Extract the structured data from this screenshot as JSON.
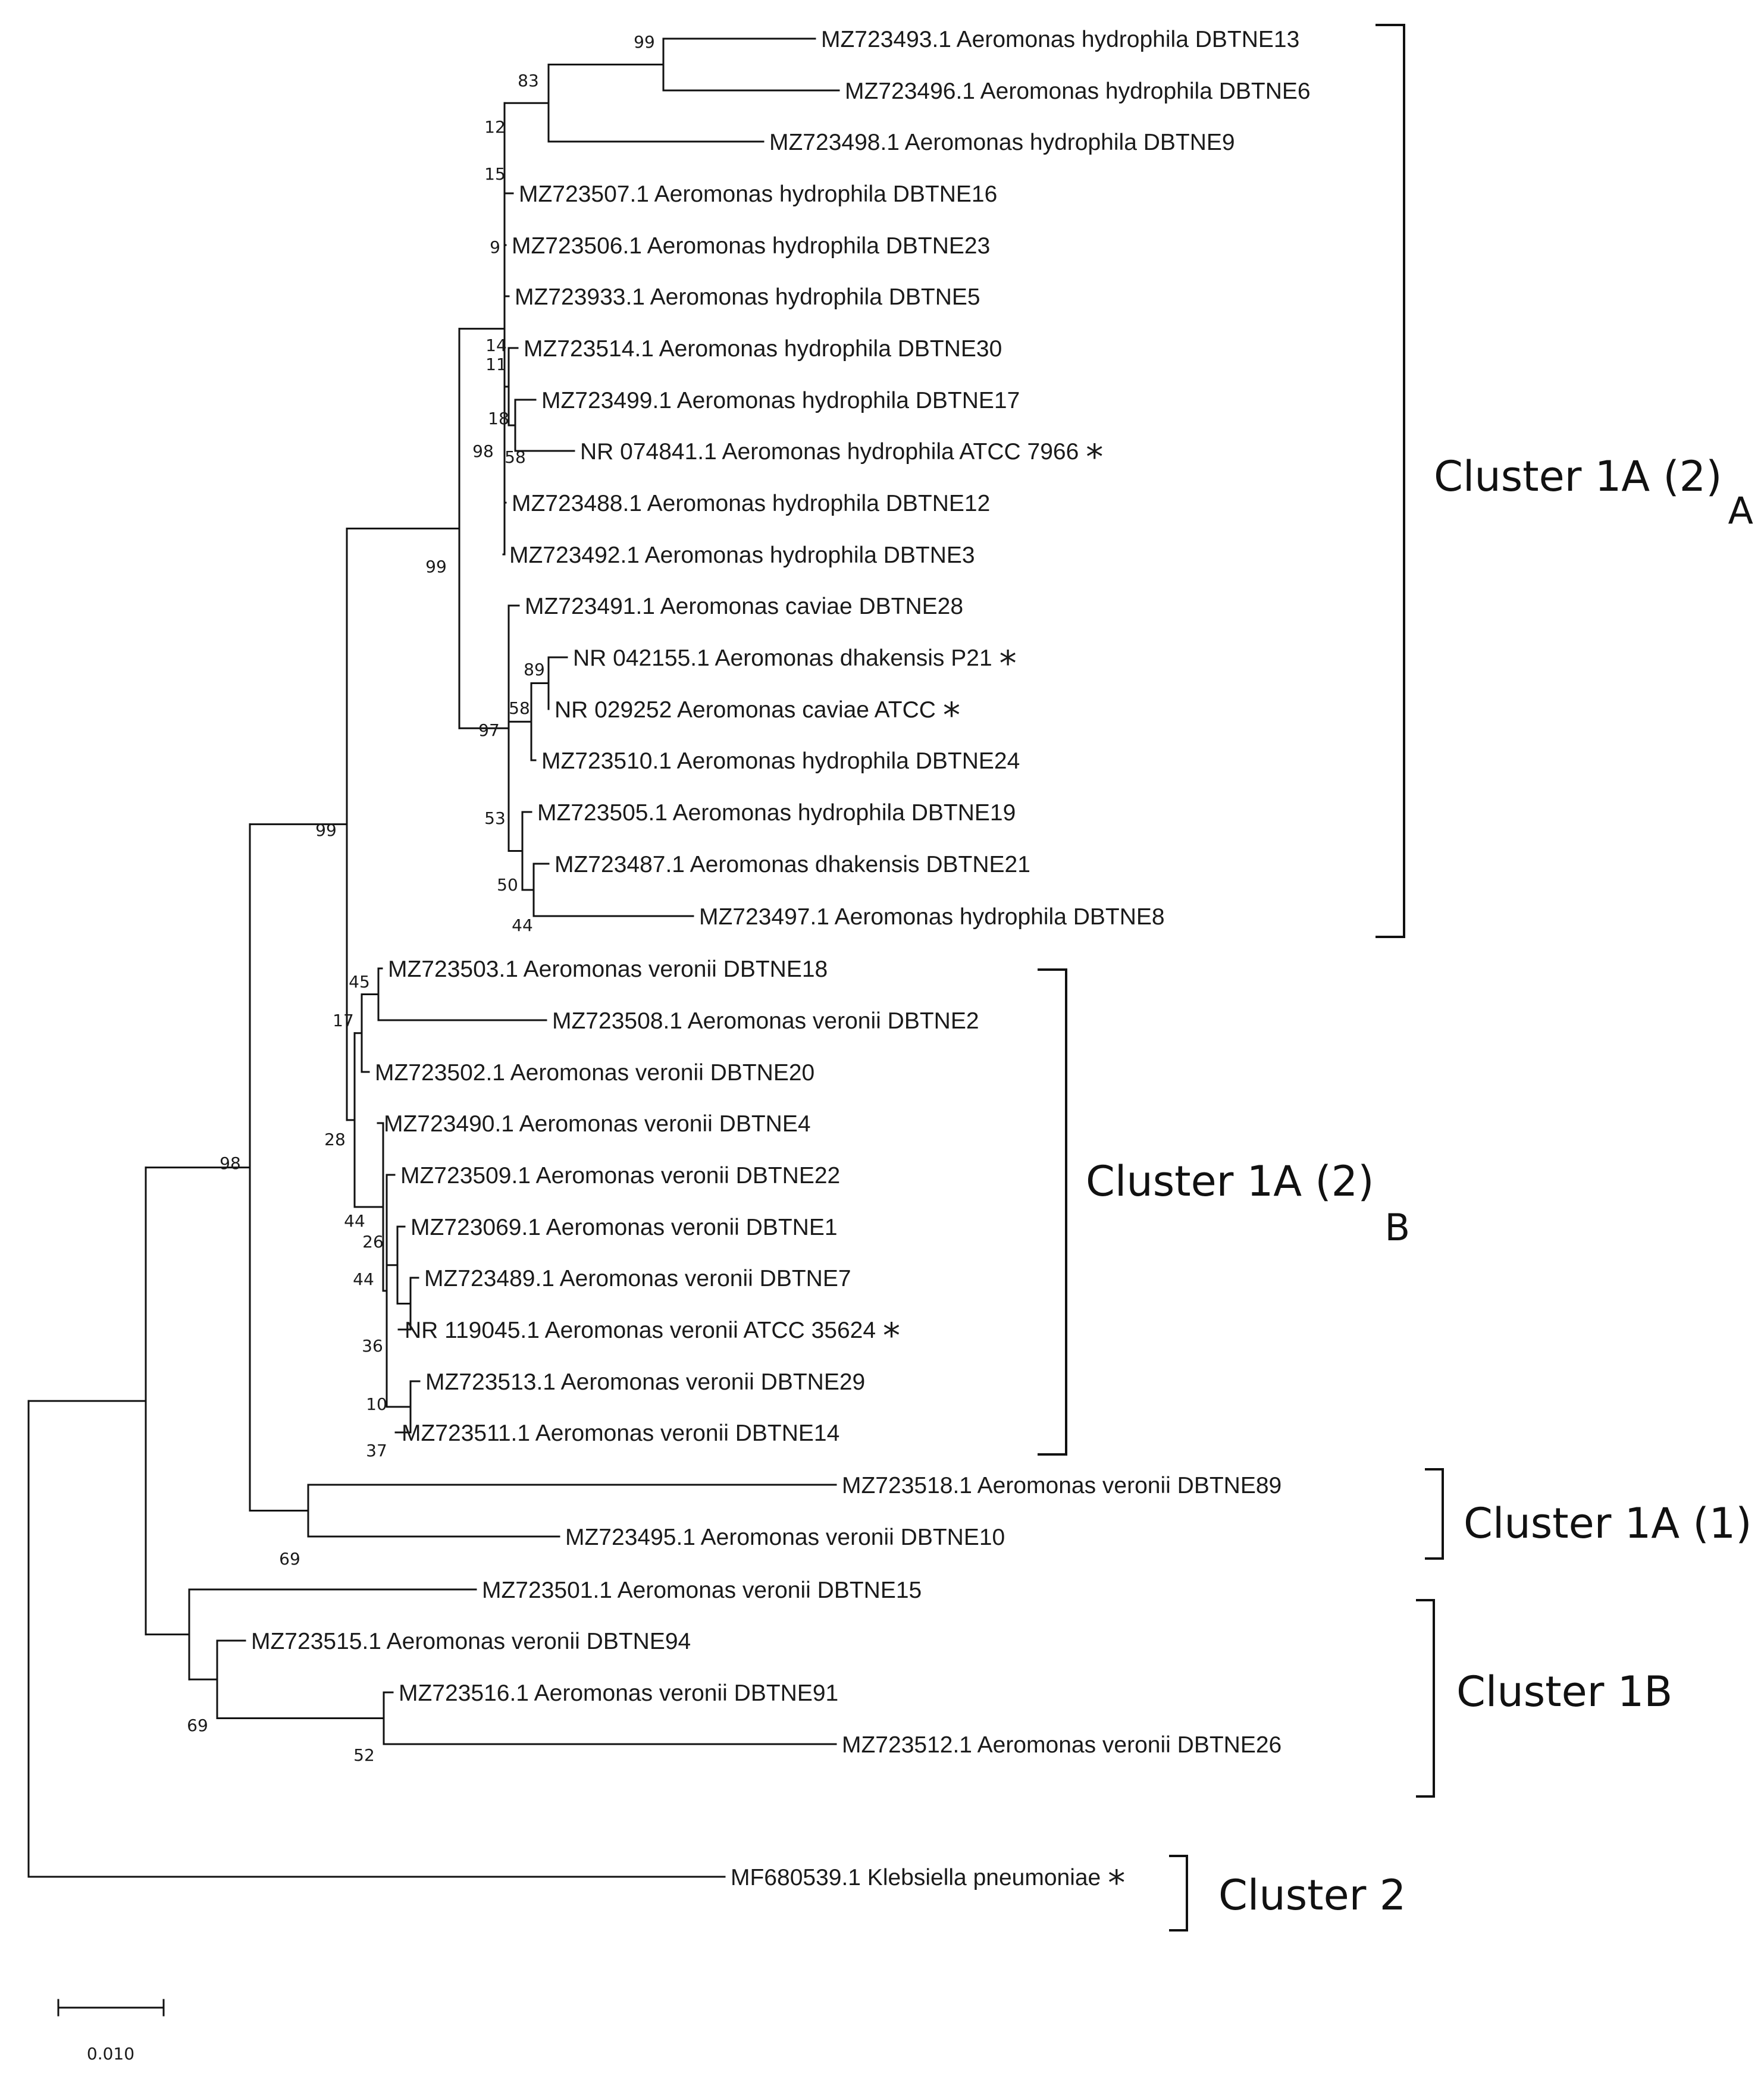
{
  "tree": {
    "leaves": [
      {
        "label": "MZ723493.1 Aeromonas hydrophila DBTNE13",
        "ref": false
      },
      {
        "label": "MZ723496.1 Aeromonas hydrophila DBTNE6",
        "ref": false
      },
      {
        "label": "MZ723498.1 Aeromonas hydrophila DBTNE9",
        "ref": false
      },
      {
        "label": "MZ723507.1 Aeromonas hydrophila DBTNE16",
        "ref": false
      },
      {
        "label": "MZ723506.1 Aeromonas hydrophila DBTNE23",
        "ref": false
      },
      {
        "label": "MZ723933.1 Aeromonas hydrophila DBTNE5",
        "ref": false
      },
      {
        "label": "MZ723514.1 Aeromonas hydrophila DBTNE30",
        "ref": false
      },
      {
        "label": "MZ723499.1 Aeromonas hydrophila DBTNE17",
        "ref": false
      },
      {
        "label": "NR 074841.1 Aeromonas hydrophila ATCC 7966",
        "ref": true
      },
      {
        "label": "MZ723488.1 Aeromonas hydrophila DBTNE12",
        "ref": false
      },
      {
        "label": "MZ723492.1 Aeromonas hydrophila DBTNE3",
        "ref": false
      },
      {
        "label": "MZ723491.1 Aeromonas caviae DBTNE28",
        "ref": false
      },
      {
        "label": "NR 042155.1 Aeromonas dhakensis P21",
        "ref": true
      },
      {
        "label": "NR 029252 Aeromonas caviae ATCC",
        "ref": true
      },
      {
        "label": "MZ723510.1 Aeromonas hydrophila DBTNE24",
        "ref": false
      },
      {
        "label": "MZ723505.1 Aeromonas hydrophila DBTNE19",
        "ref": false
      },
      {
        "label": "MZ723487.1 Aeromonas dhakensis DBTNE21",
        "ref": false
      },
      {
        "label": "MZ723497.1 Aeromonas hydrophila DBTNE8",
        "ref": false
      },
      {
        "label": "MZ723503.1 Aeromonas veronii DBTNE18",
        "ref": false
      },
      {
        "label": "MZ723508.1 Aeromonas veronii DBTNE2",
        "ref": false
      },
      {
        "label": "MZ723502.1 Aeromonas veronii DBTNE20",
        "ref": false
      },
      {
        "label": "MZ723490.1 Aeromonas veronii DBTNE4",
        "ref": false
      },
      {
        "label": "MZ723509.1 Aeromonas veronii DBTNE22",
        "ref": false
      },
      {
        "label": "MZ723069.1 Aeromonas veronii DBTNE1",
        "ref": false
      },
      {
        "label": "MZ723489.1 Aeromonas veronii DBTNE7",
        "ref": false
      },
      {
        "label": "NR 119045.1 Aeromonas veronii ATCC 35624",
        "ref": true
      },
      {
        "label": "MZ723513.1 Aeromonas veronii DBTNE29",
        "ref": false
      },
      {
        "label": "MZ723511.1 Aeromonas veronii DBTNE14",
        "ref": false
      },
      {
        "label": "MZ723518.1 Aeromonas veronii DBTNE89",
        "ref": false
      },
      {
        "label": "MZ723495.1 Aeromonas veronii DBTNE10",
        "ref": false
      },
      {
        "label": "MZ723501.1 Aeromonas veronii DBTNE15",
        "ref": false
      },
      {
        "label": "MZ723515.1 Aeromonas veronii DBTNE94",
        "ref": false
      },
      {
        "label": "MZ723516.1 Aeromonas veronii DBTNE91",
        "ref": false
      },
      {
        "label": "MZ723512.1 Aeromonas veronii DBTNE26",
        "ref": false
      },
      {
        "label": "MF680539.1 Klebsiella pneumoniae",
        "ref": true
      }
    ],
    "bootstrap": [
      "99",
      "83",
      "12",
      "15",
      "9",
      "14",
      "11",
      "18",
      "58",
      "98",
      "99",
      "89",
      "58",
      "97",
      "53",
      "50",
      "44",
      "99",
      "45",
      "17",
      "28",
      "44",
      "26",
      "44",
      "36",
      "10",
      "37",
      "98",
      "69",
      "69",
      "52"
    ],
    "reference_marker": "*",
    "clusters": [
      {
        "label": "Cluster 1A (2)",
        "sub": "A"
      },
      {
        "label": "Cluster 1A (2)",
        "sub": "B"
      },
      {
        "label": "Cluster 1A (1)",
        "sub": ""
      },
      {
        "label": "Cluster 1B",
        "sub": ""
      },
      {
        "label": "Cluster 2",
        "sub": ""
      }
    ],
    "scale_bar": "0.010"
  }
}
